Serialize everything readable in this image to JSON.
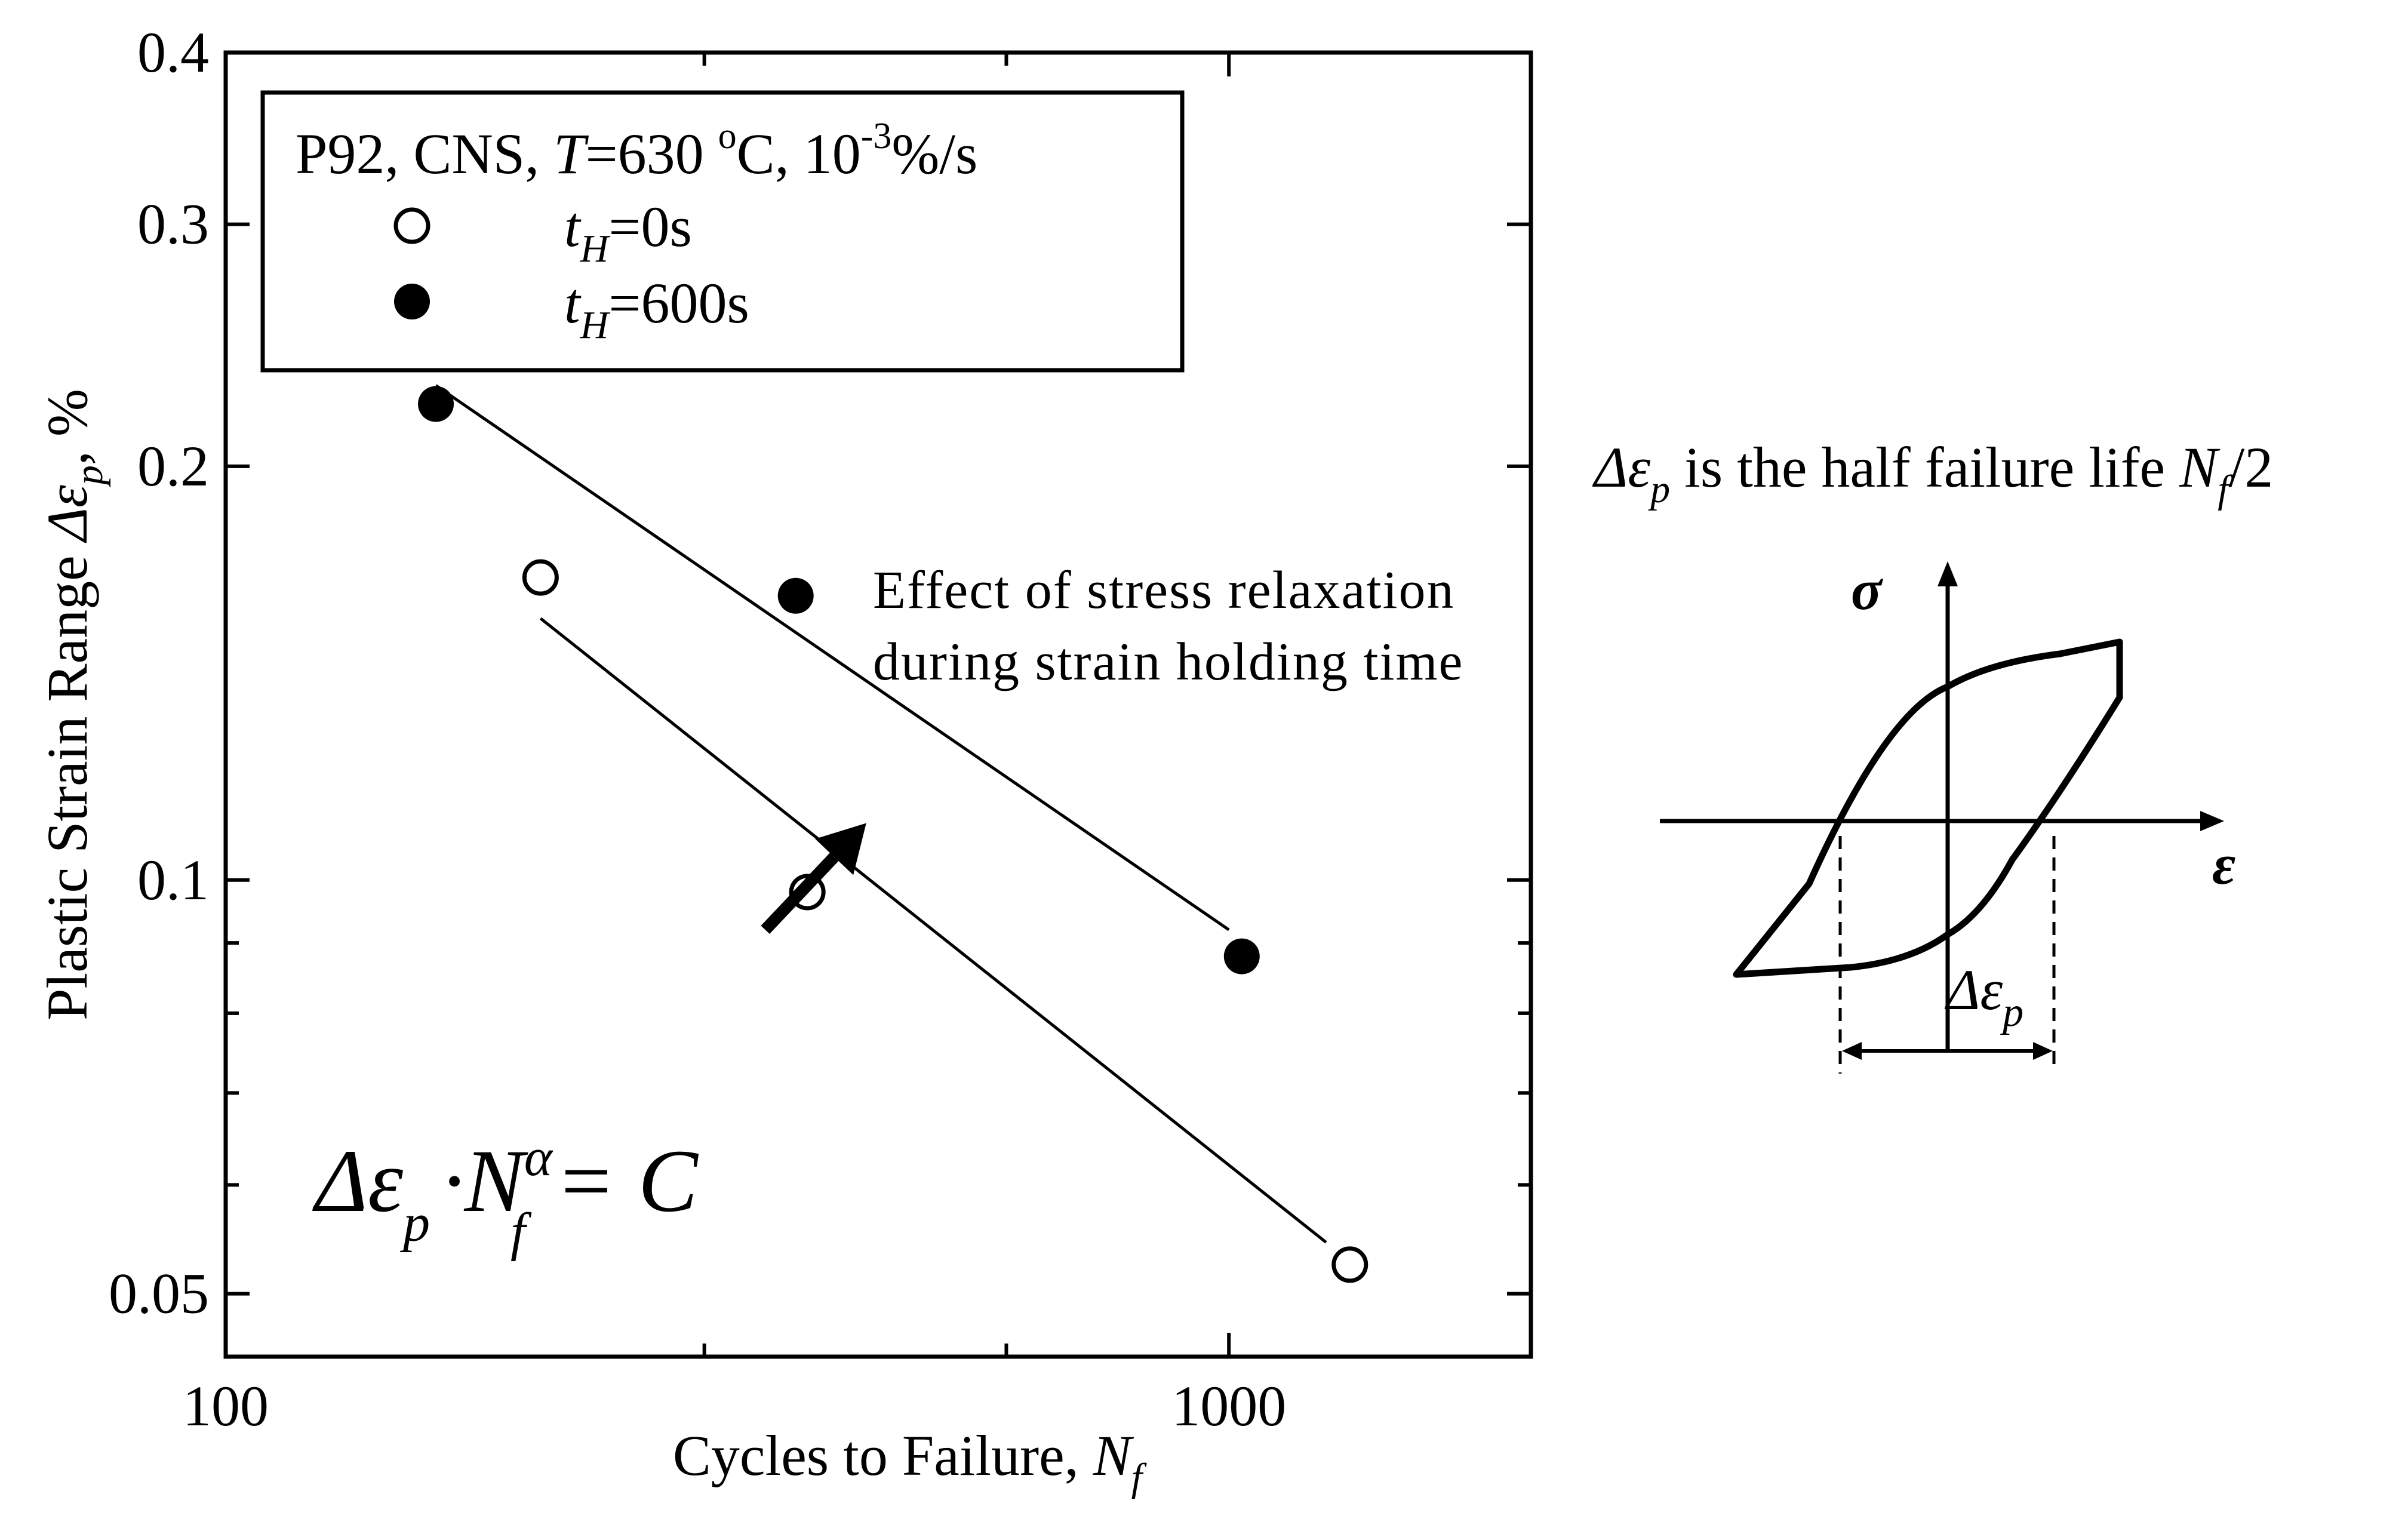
{
  "chart_data": {
    "type": "scatter",
    "x_scale": "log",
    "y_scale": "log",
    "xlim": [
      100,
      2000
    ],
    "ylim": [
      0.045,
      0.4
    ],
    "x_ticks": [
      {
        "value": 100,
        "label": "100"
      },
      {
        "value": 1000,
        "label": "1000"
      }
    ],
    "x_minor_ticks": [
      300,
      600
    ],
    "y_ticks": [
      {
        "value": 0.05,
        "label": "0.05"
      },
      {
        "value": 0.1,
        "label": "0.1"
      },
      {
        "value": 0.2,
        "label": "0.2"
      },
      {
        "value": 0.3,
        "label": "0.3"
      },
      {
        "value": 0.4,
        "label": "0.4"
      }
    ],
    "y_minor_ticks": [
      0.06,
      0.07,
      0.08,
      0.09
    ],
    "xlabel": {
      "main": "Cycles to Failure, ",
      "sym": "N",
      "sub": "f"
    },
    "ylabel": {
      "main": "Plastic Strain Range ",
      "sym": "Δε",
      "sub": "p",
      "tail": ", %"
    },
    "legend": {
      "title": {
        "a": "P92, CNS, ",
        "b": "T",
        "c": "=630 ",
        "d": "o",
        "e": "C, 10",
        "f": "-3",
        "g": "%/s"
      },
      "placement": "top-left"
    },
    "series": [
      {
        "key": "tH0",
        "label_sym": "t",
        "label_sub": "H",
        "label_val": "=0s",
        "marker": "open-circle",
        "points": [
          [
            206,
            0.166
          ],
          [
            380,
            0.098
          ],
          [
            1320,
            0.0525
          ]
        ],
        "fit": [
          [
            206,
            0.155
          ],
          [
            1250,
            0.0545
          ]
        ]
      },
      {
        "key": "tH600",
        "label_sym": "t",
        "label_sub": "H",
        "label_val": "=600s",
        "marker": "filled-circle",
        "points": [
          [
            162,
            0.222
          ],
          [
            370,
            0.161
          ],
          [
            1030,
            0.088
          ]
        ],
        "fit": [
          [
            162,
            0.229
          ],
          [
            1000,
            0.092
          ]
        ]
      }
    ],
    "annotation": {
      "line1": "Effect of stress relaxation",
      "line2": "during strain holding time",
      "arrow_from": [
        345,
        0.092
      ],
      "arrow_to": [
        435,
        0.11
      ]
    },
    "equation": {
      "a": "Δε",
      "b": "p",
      "c": "·N",
      "d": "α",
      "e": "f",
      "f": "= C"
    }
  },
  "side_panel": {
    "title": {
      "sym": "Δε",
      "sub": "p",
      "mid": " is the half failure life ",
      "nsym": "N",
      "nsub": "f",
      "end": "/2"
    },
    "sigma_label": "σ",
    "epsilon_label": "ε",
    "range_label": {
      "sym": "Δε",
      "sub": "p"
    }
  }
}
